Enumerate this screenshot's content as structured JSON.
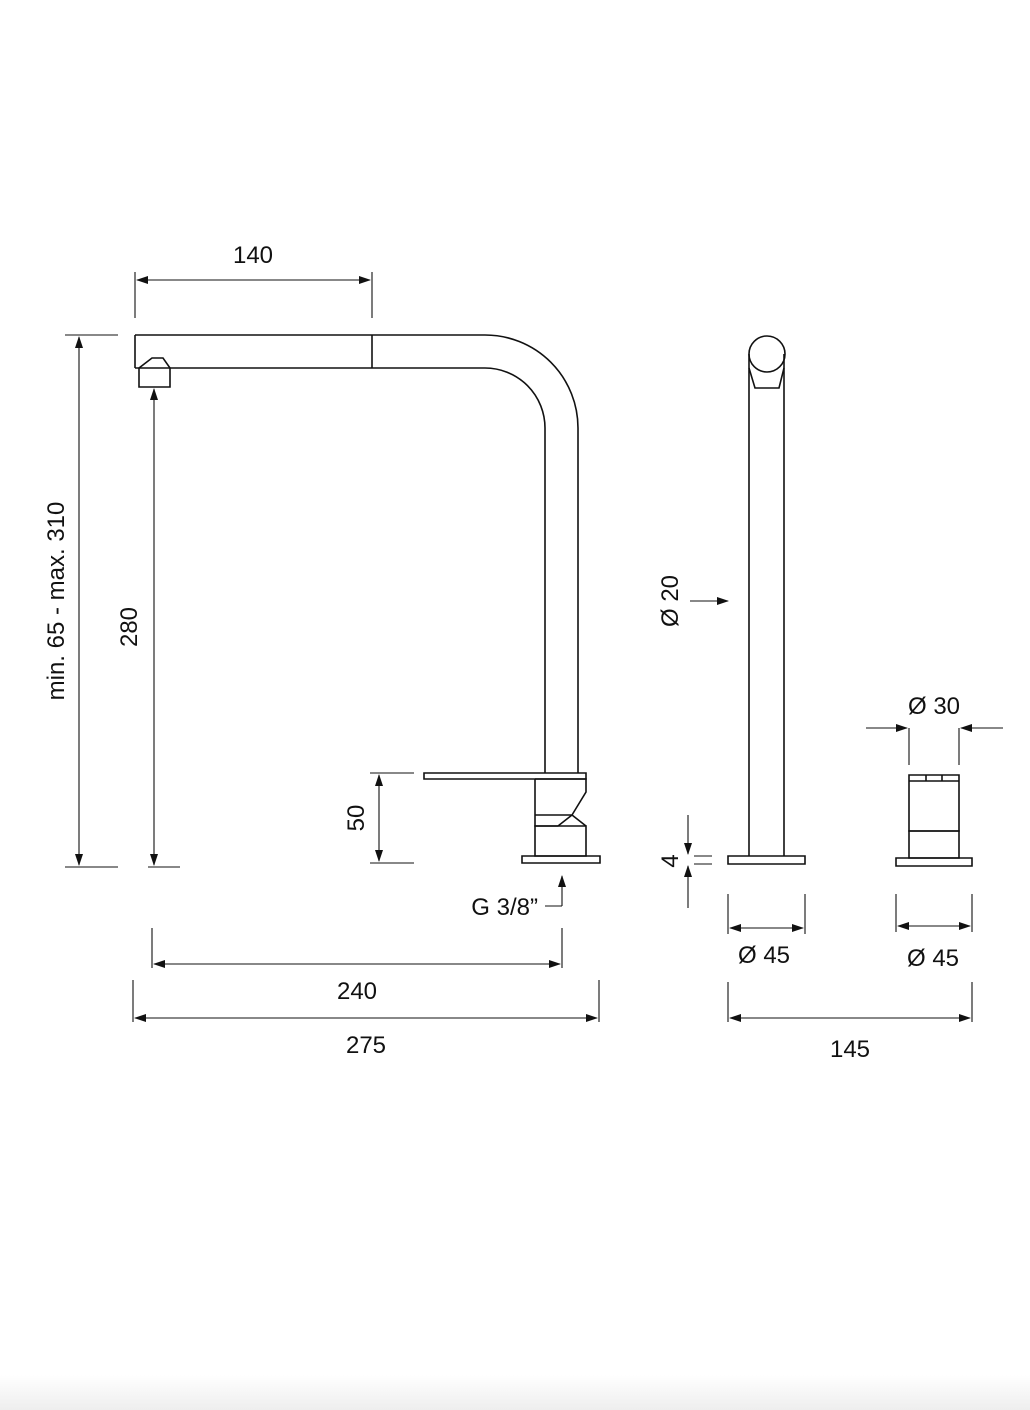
{
  "dimensions": {
    "spout_reach": "140",
    "height_range": "min. 65 - max. 310",
    "spout_height": "280",
    "lever_height": "50",
    "thread": "G 3/8”",
    "base_to_spout_center": "240",
    "overall_length": "275",
    "tube_diameter": "Ø 20",
    "knob_diameter": "Ø 30",
    "plate_thickness": "4",
    "spout_base_diameter": "Ø 45",
    "knob_base_diameter": "Ø 45",
    "side_overall_width": "145"
  },
  "colors": {
    "line": "#111111",
    "background": "#ffffff"
  }
}
